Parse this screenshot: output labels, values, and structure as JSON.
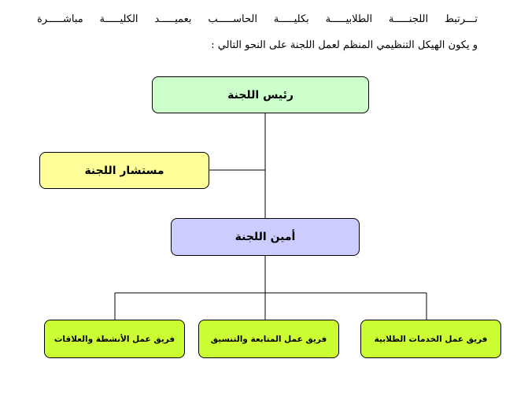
{
  "intro": {
    "line1": "تـــرتبط اللجنـــــة الطلابيـــــة بكليـــــة الحاســـــب بعميـــــد الكليـــــة مباشـــــرة",
    "line2": "و يكون الهيكل التنظيمي المنظم لعمل اللجنة على النحو التالي :"
  },
  "org_chart": {
    "head": "رئيس اللجنة",
    "advisor": "مستشار اللجنة",
    "secretary": "أمين اللجنة",
    "teams": [
      "فريق عمل الخدمات الطلابية",
      "فريق عمل المتابعة والتنسيق",
      "فريق عمل الأنشطة والعلاقات"
    ]
  },
  "colors": {
    "head": "#ccffcc",
    "advisor": "#ffff99",
    "secretary": "#ccccff",
    "teams": "#ccff33"
  }
}
